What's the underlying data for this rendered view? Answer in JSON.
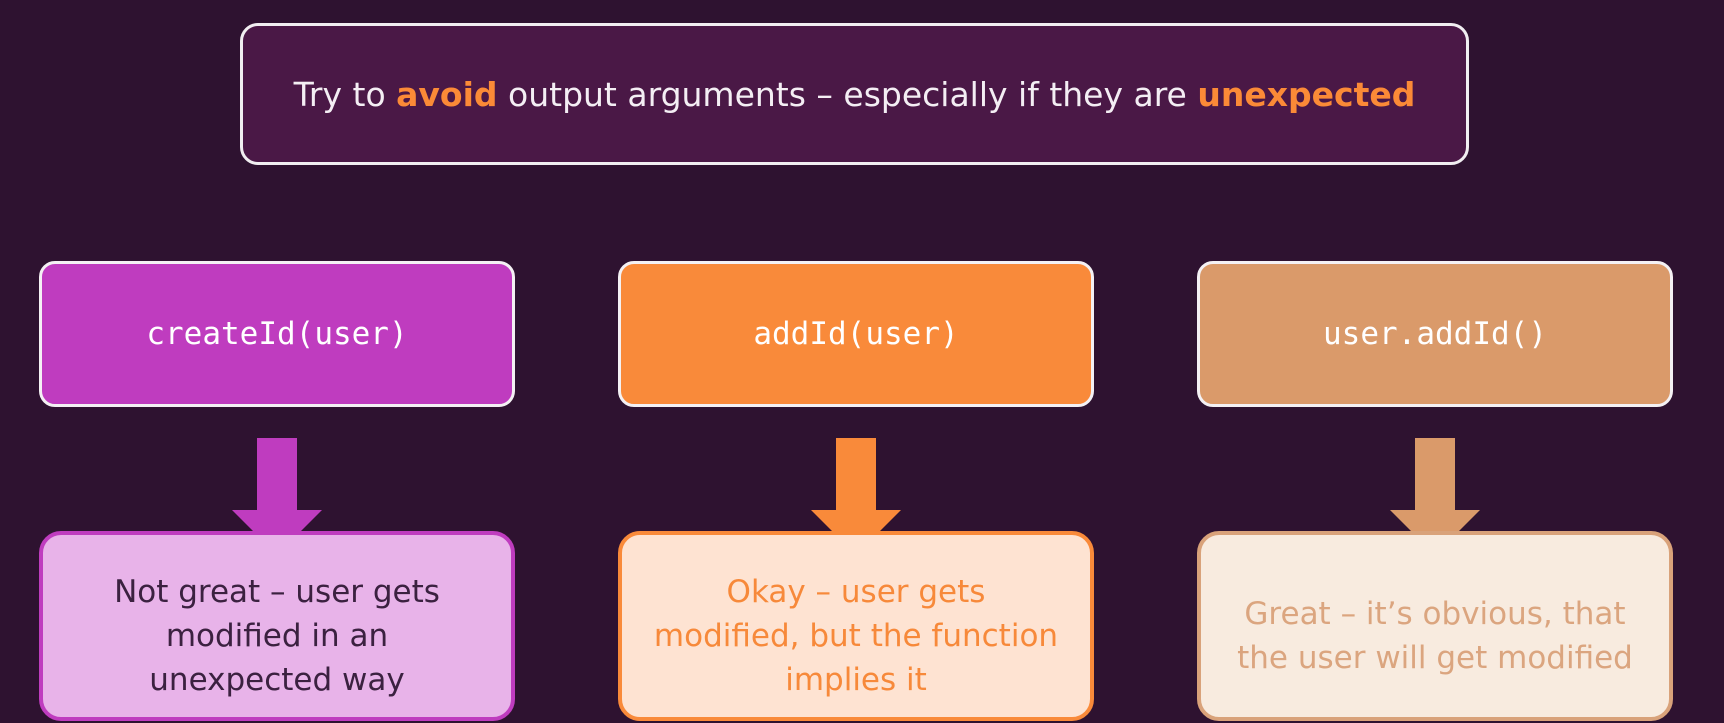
{
  "header": {
    "prefix": "Try to ",
    "emphasis_1": "avoid",
    "middle": " output arguments – especially if they are ",
    "emphasis_2": "unexpected"
  },
  "columns": [
    {
      "code": "createId(user)",
      "verdict": "Not great – user gets modified in an unexpected way",
      "color": "#bf3cbf"
    },
    {
      "code": "addId(user)",
      "verdict": "Okay – user gets modified, but the function implies it",
      "color": "#f98a3a"
    },
    {
      "code": "user.addId()",
      "verdict": "Great – it’s obvious, that the user will get modified",
      "color": "#da9a6a"
    }
  ],
  "colors": {
    "background": "#2e1230",
    "header_fill": "#4a1846",
    "accent": "#fb8a37"
  }
}
